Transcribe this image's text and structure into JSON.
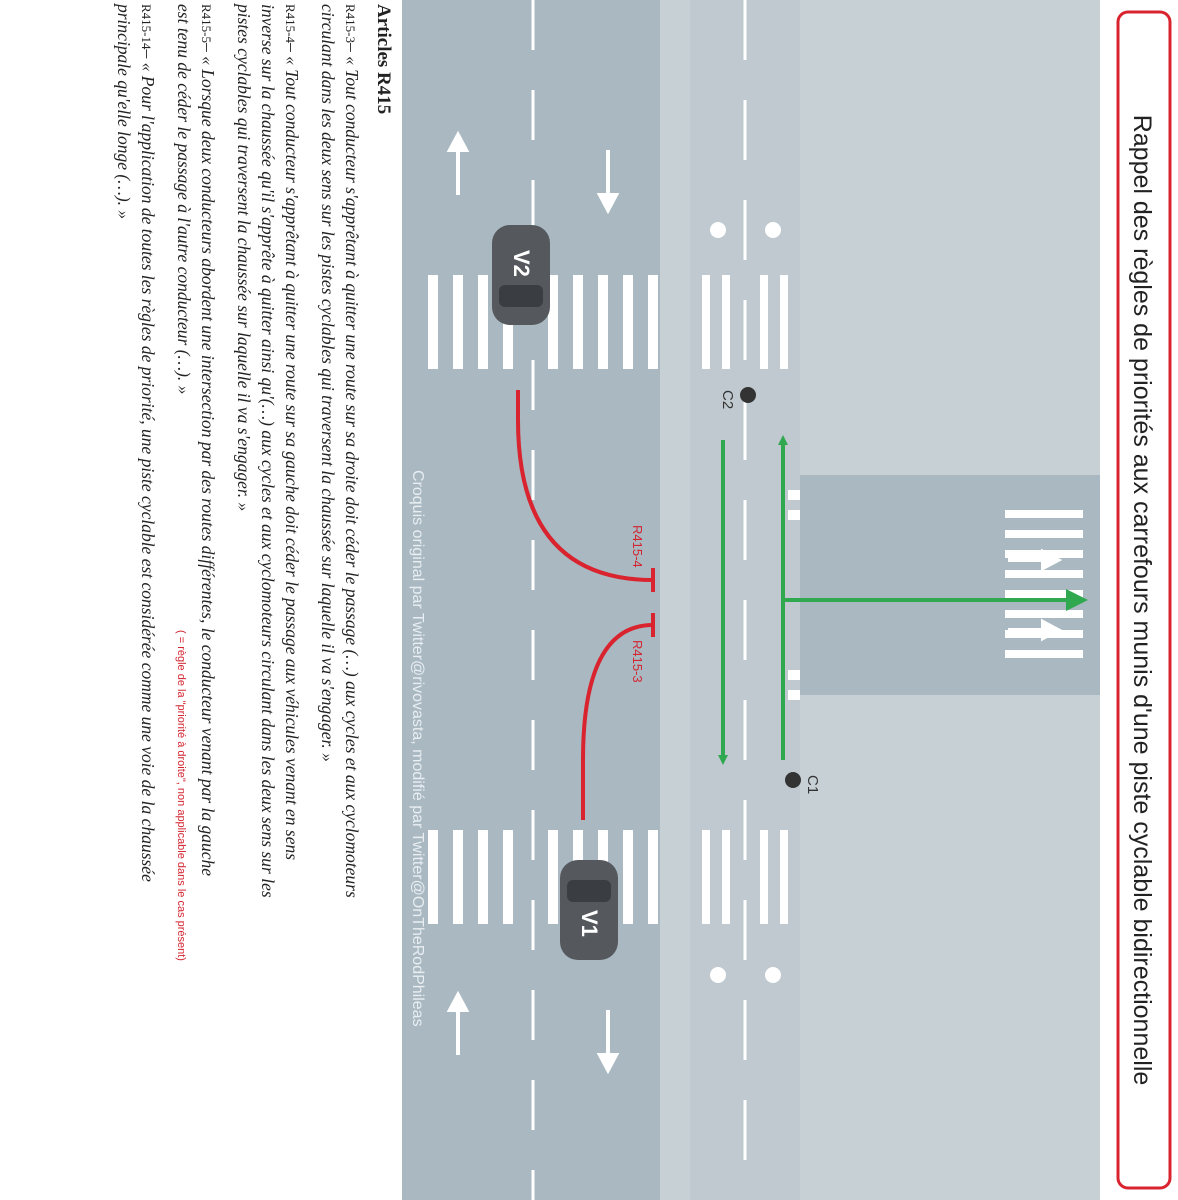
{
  "title": "Rappel des règles de priorités aux carrefours munis d'une piste cyclable bidirectionnelle",
  "credit": "Croquis original par Twitter@rivovasta, modifié par Twitter@OnTheRodPhileas",
  "vehicles": {
    "v1": "V1",
    "v2": "V2"
  },
  "cyclists": {
    "c1": "C1",
    "c2": "C2"
  },
  "rule_labels": {
    "r4": "R415-4",
    "r3": "R415-3"
  },
  "articles": {
    "heading": "Articles R415",
    "r3": {
      "ref": "R415-3",
      "lines": [
        "– « Tout conducteur s'apprêtant à quitter une route sur sa droite doit céder le passage (…) aux cycles et aux cyclomoteurs",
        "circulant dans les deux sens sur les pistes cyclables qui traversent la chaussée sur laquelle il va s'engager. »"
      ]
    },
    "r4": {
      "ref": "R415-4",
      "lines": [
        "– « Tout conducteur s'apprêtant à quitter une route sur sa gauche doit céder le passage aux véhicules venant en sens",
        "inverse sur la chaussée qu'il s'apprête à quitter ainsi qu'(…) aux cycles et aux cyclomoteurs circulant dans les deux sens sur les",
        "pistes cyclables qui traversent la chaussée sur laquelle il va s'engager. »"
      ]
    },
    "r5": {
      "ref": "R415-5",
      "lines": [
        "– « Lorsque deux conducteurs abordent une intersection par des routes différentes, le conducteur venant par la gauche",
        "est tenu de céder le passage à l'autre conducteur (…). »"
      ],
      "note": "( = règle de la \"priorité à droite\", non applicable dans le cas présent)"
    },
    "r14": {
      "ref": "R415-14",
      "lines": [
        "– « Pour l'application de toutes les règles de priorité, une piste cyclable est considérée comme une voie de la chaussée",
        "principale qu'elle longe (…). »"
      ]
    }
  },
  "colors": {
    "road": "#a9b8c1",
    "sidewalk": "#c6d0d5",
    "bike_lane": "#bfc9cf",
    "car": "#55595e",
    "conflict_path": "#d9232e",
    "cyclist_path": "#2fa84f",
    "title_border": "#d9232e"
  }
}
